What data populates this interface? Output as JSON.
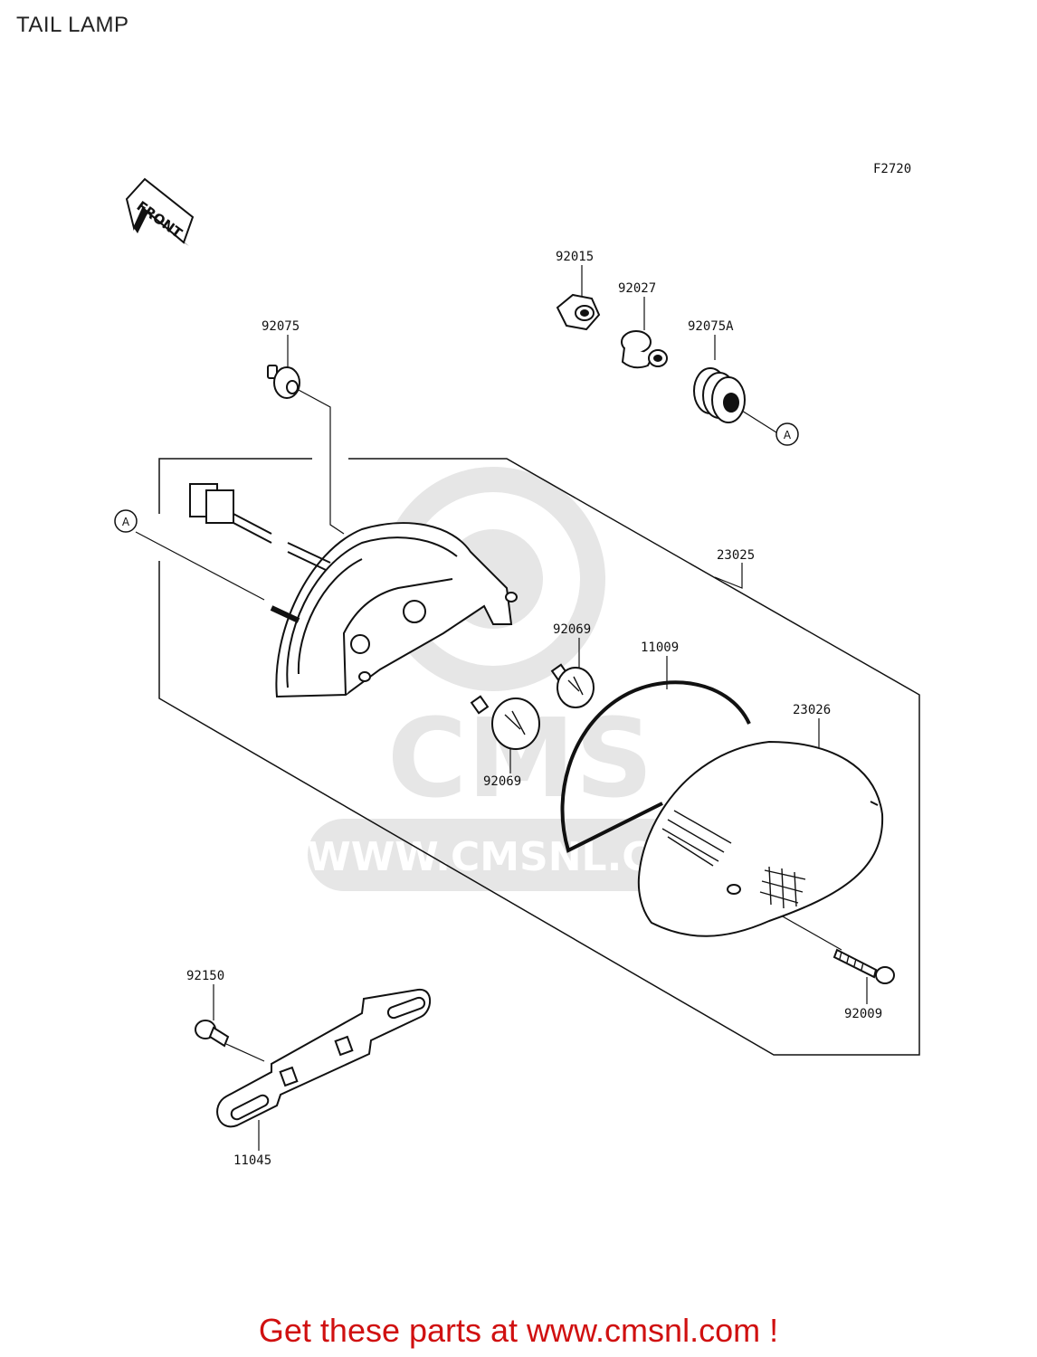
{
  "page": {
    "title": "TAIL LAMP",
    "figure_code": "F2720"
  },
  "colors": {
    "line": "#111111",
    "watermark": "#e6e6e6",
    "cta": "#d01010"
  },
  "front_arrow": {
    "label": "FRONT"
  },
  "parts": {
    "p92015": "92015",
    "p92027": "92027",
    "p92075": "92075",
    "p92075A": "92075A",
    "p23025": "23025",
    "p92069_upper": "92069",
    "p11009": "11009",
    "p23026": "23026",
    "p92069_lower": "92069",
    "p92150": "92150",
    "p92009": "92009",
    "p11045": "11045"
  },
  "refs": {
    "ref_a_left": "A",
    "ref_a_right": "A"
  },
  "watermark": {
    "text": "WWW.CMSNL.COM",
    "brand": "CMS"
  },
  "footer": {
    "cta": "Get these parts at www.cmsnl.com !"
  }
}
